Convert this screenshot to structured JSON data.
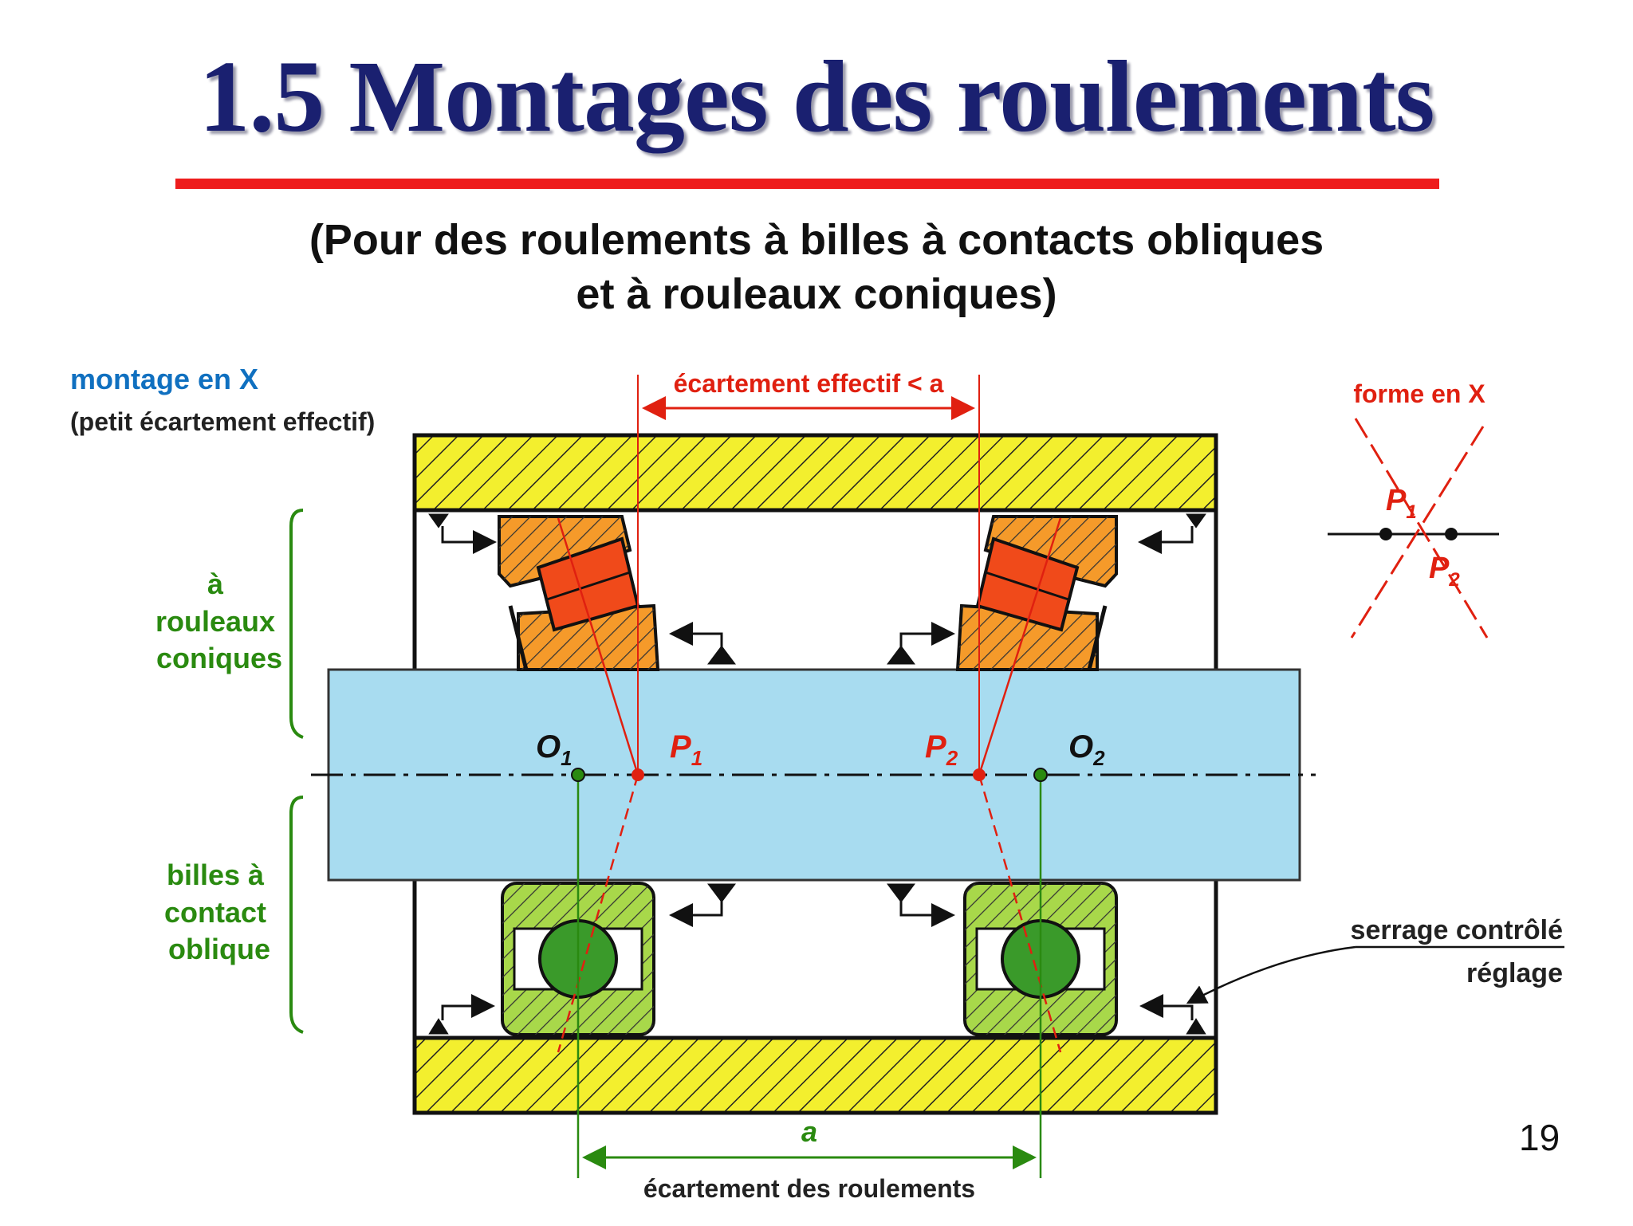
{
  "title": "1.5 Montages des roulements",
  "subtitle_line1": "(Pour des roulements à billes à contacts obliques",
  "subtitle_line2": "et à rouleaux coniques)",
  "page_number": "19",
  "diagram": {
    "mounting_title": "montage en X",
    "mounting_note": "(petit écartement effectif)",
    "roller_label": [
      "à",
      "rouleaux",
      "coniques"
    ],
    "ball_label": [
      "billes à",
      "contact",
      "oblique"
    ],
    "effective_spacing": "écartement effectif < a",
    "bearing_spacing_symbol": "a",
    "bearing_spacing": "écartement des roulements",
    "inset_title": "forme en X",
    "point_O": "O",
    "point_P": "P",
    "sub1": "1",
    "sub2": "2",
    "serrage": "serrage contrôlé",
    "reglage": "réglage"
  },
  "colors": {
    "title": "#1a2070",
    "rule": "#ee1c1c",
    "housing": "#f3ef2e",
    "shaft": "#a8dcf0",
    "roller_ring": "#f59a2a",
    "roller": "#f04a1a",
    "ball_ring": "#a8d84a",
    "ball": "#3a9a2a",
    "red_label": "#e02010",
    "green_label": "#2a8a10",
    "blue_label": "#1070c0"
  }
}
